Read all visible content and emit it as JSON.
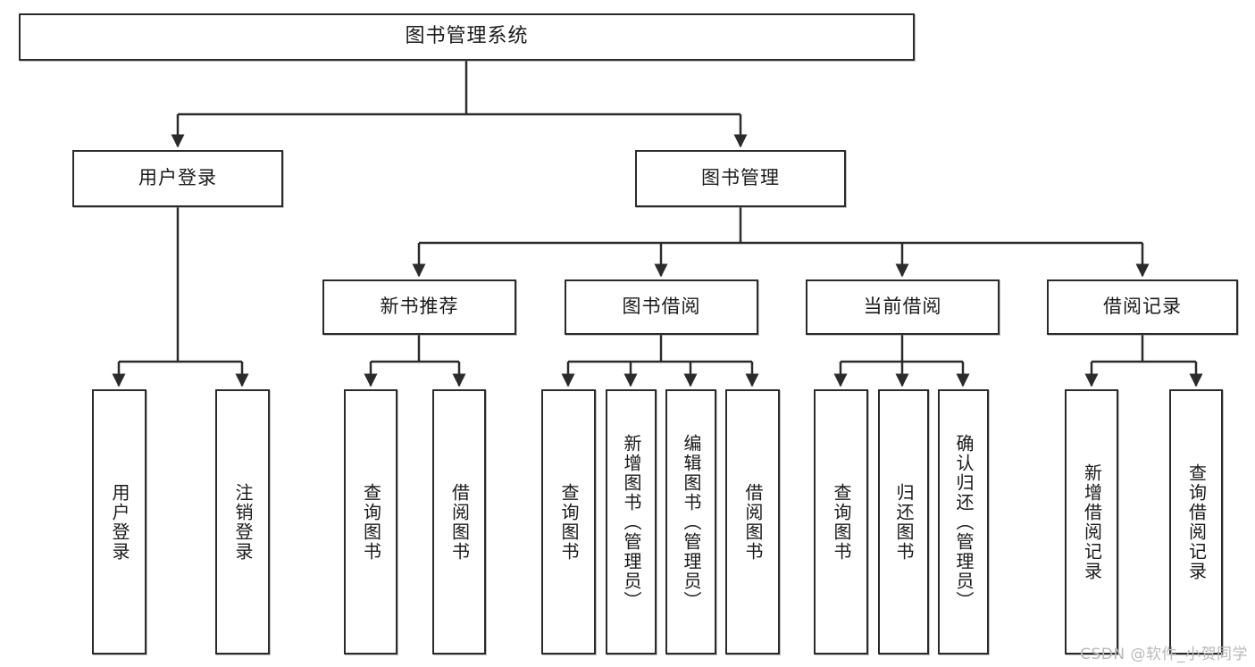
{
  "diagram": {
    "title": "图书管理系统",
    "watermark": "CSDN @软件_小贺同学",
    "nodes": {
      "root": {
        "label": "图书管理系统"
      },
      "level2": [
        {
          "label": "用户登录"
        },
        {
          "label": "图书管理"
        }
      ],
      "level3": [
        {
          "label": "新书推荐"
        },
        {
          "label": "图书借阅"
        },
        {
          "label": "当前借阅"
        },
        {
          "label": "借阅记录"
        }
      ],
      "leaves": {
        "user_login": [
          {
            "label": "用户登录"
          },
          {
            "label": "注销登录"
          }
        ],
        "new_book_recommend": [
          {
            "label": "查询图书"
          },
          {
            "label": "借阅图书"
          }
        ],
        "book_borrow": [
          {
            "label": "查询图书"
          },
          {
            "label": "新增图书（管理员）"
          },
          {
            "label": "编辑图书（管理员）"
          },
          {
            "label": "借阅图书"
          }
        ],
        "current_borrow": [
          {
            "label": "查询图书"
          },
          {
            "label": "归还图书"
          },
          {
            "label": "确认归还（管理员）"
          }
        ],
        "borrow_record": [
          {
            "label": "新增借阅记录"
          },
          {
            "label": "查询借阅记录"
          }
        ]
      }
    },
    "colors": {
      "stroke": "#2b2b2b",
      "fill": "#ffffff",
      "text": "#1a1a1a",
      "watermark": "#b9b9b9"
    }
  }
}
